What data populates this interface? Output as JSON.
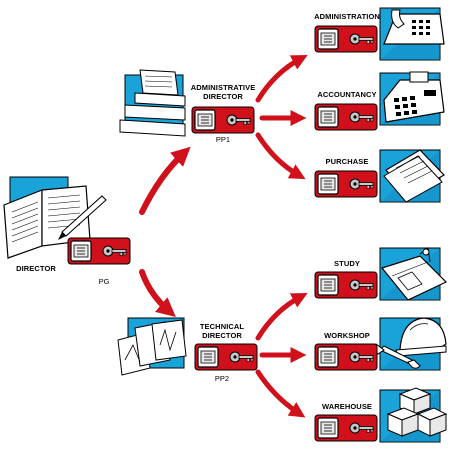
{
  "diagram": {
    "root": {
      "label": "DIRECTOR",
      "code": "PG"
    },
    "managers": [
      {
        "label_line1": "ADMINISTRATIVE",
        "label_line2": "DIRECTOR",
        "code": "PP1"
      },
      {
        "label_line1": "TECHNICAL",
        "label_line2": "DIRECTOR",
        "code": "PP2"
      }
    ],
    "departments": [
      {
        "label": "ADMINISTRATION",
        "icon": "telephone-icon"
      },
      {
        "label": "ACCOUNTANCY",
        "icon": "calculator-icon"
      },
      {
        "label": "PURCHASE",
        "icon": "documents-icon"
      },
      {
        "label": "STUDY",
        "icon": "blueprint-icon"
      },
      {
        "label": "WORKSHOP",
        "icon": "helmet-wrench-icon"
      },
      {
        "label": "WAREHOUSE",
        "icon": "boxes-icon"
      }
    ],
    "colors": {
      "arrow": "#d0101a",
      "panel": "#d0101a",
      "icon_bg": "#1aa3d9",
      "key": "#c8c8c8"
    }
  }
}
